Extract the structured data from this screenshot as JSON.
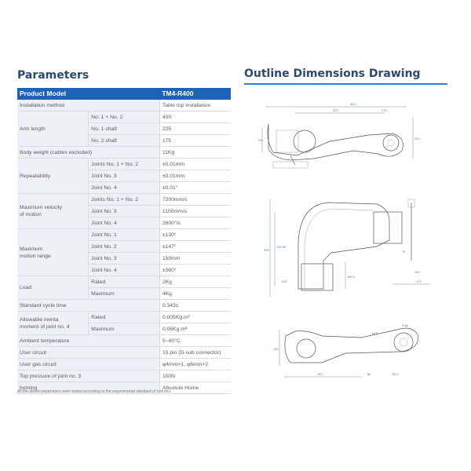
{
  "headings": {
    "parameters": "Parameters",
    "outline": "Outline Dimensions Drawing"
  },
  "table": {
    "header": {
      "label": "Product Model",
      "model": "TM4-R400"
    },
    "rows": {
      "installation": {
        "label": "Installation method",
        "value": "Table top installation"
      },
      "arm_length": {
        "label": "Arm length",
        "items": [
          {
            "sub": "No. 1 + No. 2",
            "value": "400"
          },
          {
            "sub": "No. 1 shaft",
            "value": "225"
          },
          {
            "sub": "No. 2 shaft",
            "value": "175"
          }
        ]
      },
      "body_weight": {
        "label": "Body weight (cables excluded)",
        "value": "11Kg"
      },
      "repeatability": {
        "label": "Repeatability",
        "items": [
          {
            "sub": "Joints No. 1 + No. 2",
            "value": "±0.01mm"
          },
          {
            "sub": "Joint No. 3",
            "value": "±0.01mm"
          },
          {
            "sub": "Joint No. 4",
            "value": "±0.01°"
          }
        ]
      },
      "max_velocity": {
        "label_line1": "Maximum velocity",
        "label_line2": "of motion",
        "items": [
          {
            "sub": "Joints No. 1 + No. 2",
            "value": "7200mm/s"
          },
          {
            "sub": "Joint No. 3",
            "value": "1100mm/s"
          },
          {
            "sub": "Joint No. 4",
            "value": "2600°/s"
          }
        ]
      },
      "motion_range": {
        "label_line1": "Maximum",
        "label_line2": "motion range",
        "items": [
          {
            "sub": "Joint No. 1",
            "value": "±130°"
          },
          {
            "sub": "Joint No. 2",
            "value": "±147°"
          },
          {
            "sub": "Joint No. 3",
            "value": "150mm"
          },
          {
            "sub": "Joint No. 4",
            "value": "±360°"
          }
        ]
      },
      "load": {
        "label": "Load",
        "items": [
          {
            "sub": "Rated",
            "value": "2Kg"
          },
          {
            "sub": "Maximum",
            "value": "4Kg"
          }
        ]
      },
      "cycle_time": {
        "label": "Standard cycle time",
        "value": "0.343s"
      },
      "inertia": {
        "label_line1": "Allowable inertia",
        "label_line2": "moment of joint no. 4",
        "items": [
          {
            "sub": "Rated",
            "value": "0.005Kg.m²"
          },
          {
            "sub": "Maximum",
            "value": "0.05Kg.m²"
          }
        ]
      },
      "ambient": {
        "label": "Ambient temperature",
        "value": "5~40°C"
      },
      "user_circuit": {
        "label": "User circuit",
        "value": "15 pin (D-sub connector)"
      },
      "user_gas": {
        "label": "User gas circuit",
        "value": "φ4mm×1, φ6mm×2"
      },
      "top_pressure": {
        "label": "Top pressure of joint no. 3",
        "value": "100N"
      },
      "homing": {
        "label": "homing",
        "value": "Absolute Home"
      }
    }
  },
  "footnote": "All the above parameters were tested according to the experimental standard of Linkhou.",
  "drawing": {
    "top_view": {
      "overall": "400",
      "d1": "225",
      "d2": "175",
      "h1": "130",
      "h2": "250"
    },
    "side_view": {
      "total_height": "399",
      "column": "345.90",
      "base": "138",
      "stroke": "150",
      "depth": "172",
      "mid": "165.5",
      "top": "70"
    },
    "base_view": {
      "width": "192",
      "depth": "120",
      "hole": "4-φ9",
      "r": "R40",
      "d": "83.5",
      "e": "60"
    }
  }
}
